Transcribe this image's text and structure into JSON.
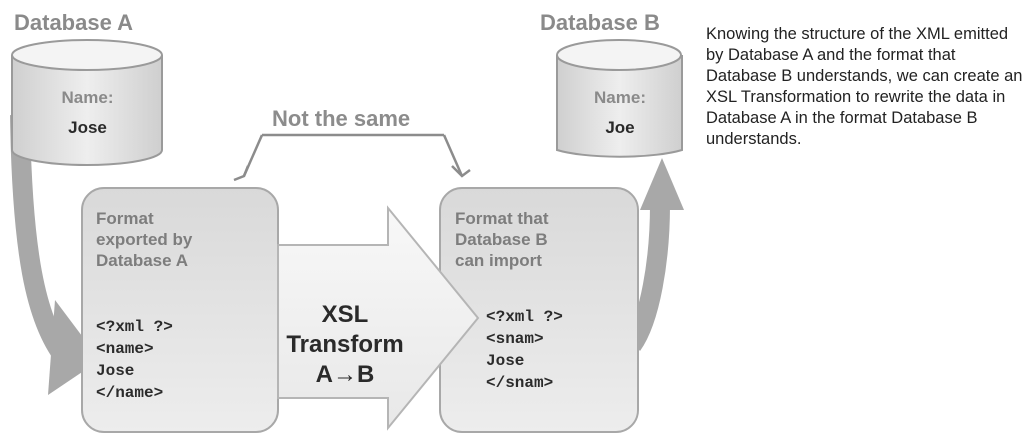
{
  "diagram": {
    "database_a": {
      "title": "Database A",
      "field_label": "Name:",
      "field_value": "Jose"
    },
    "database_b": {
      "title": "Database B",
      "field_label": "Name:",
      "field_value": "Joe"
    },
    "comparison_label": "Not the same",
    "format_a": {
      "title": "Format\nexported by\nDatabase A",
      "xml": "<?xml ?>\n<name>\nJose\n</name>"
    },
    "format_b": {
      "title": "Format that\nDatabase B\ncan import",
      "xml": "<?xml ?>\n<snam>\nJose\n</snam>"
    },
    "transform": {
      "line1": "XSL",
      "line2": "Transform",
      "line3": "A→B"
    }
  },
  "description": "Knowing the structure of the XML emitted by Database A and the format that Database B understands, we can create an XSL Transformation to rewrite the data in Database A in the format Database B understands."
}
